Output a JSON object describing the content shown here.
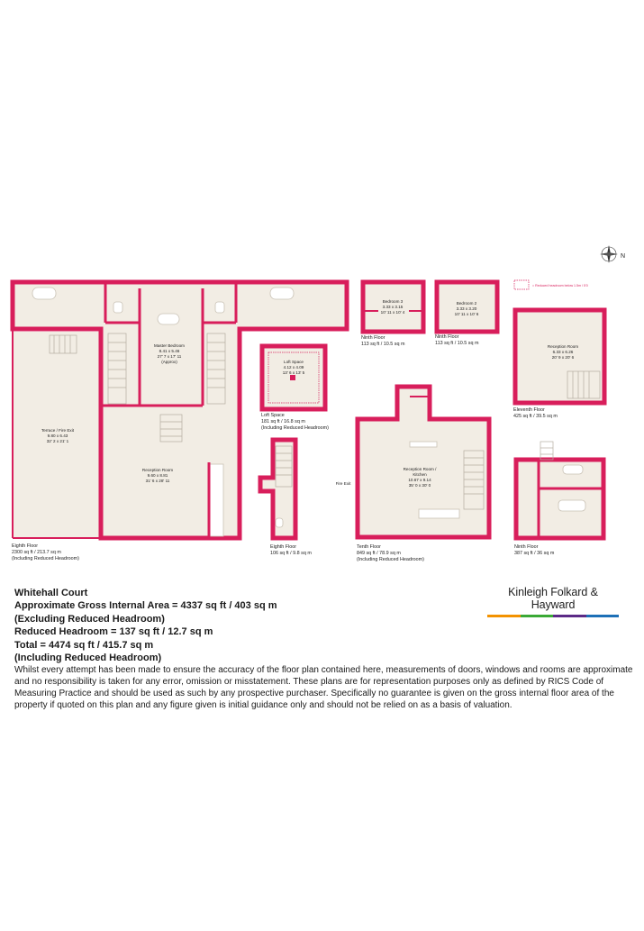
{
  "compass": {
    "label": "N"
  },
  "legend": {
    "text": "= Reduced headroom below 1.5m / 5'0"
  },
  "rooms": {
    "master_bedroom": [
      "Master Bedroom",
      "8.41 x 5.46",
      "27' 7 x 17' 11",
      "(Approx)"
    ],
    "terrace": [
      "Terrace / Fire Exit",
      "9.80 x 6.43",
      "32' 2 x 21' 1"
    ],
    "reception_8": [
      "Reception Room",
      "9.60 x 8.81",
      "31' 6 x 28' 11"
    ],
    "loft_space": [
      "Loft Space",
      "4.12 x 4.09",
      "13' 6 x 13' 5"
    ],
    "bedroom_3": [
      "Bedroom 3",
      "3.33 x 3.15",
      "10' 11 x 10' 4"
    ],
    "bedroom_2": [
      "Bedroom 2",
      "3.33 x 3.20",
      "10' 11 x 10' 6"
    ],
    "reception_11": [
      "Reception Room",
      "6.33 x 6.26",
      "20' 9 x 20' 6"
    ],
    "reception_kitchen": [
      "Reception Room /",
      "Kitchen",
      "10.67 x 9.14",
      "35' 0 x 30' 0"
    ],
    "fire_exit": "Fire Exit"
  },
  "floor_captions": {
    "eighth_main": [
      "Eighth Floor",
      "2300 sq ft / 213.7 sq m",
      "(Including Reduced Headroom)"
    ],
    "eighth_small": [
      "Eighth Floor",
      "106 sq ft / 9.8 sq m"
    ],
    "loft": [
      "Loft Space",
      "181 sq ft / 16.8 sq m",
      "(Including Reduced Headroom)"
    ],
    "ninth_a": [
      "Ninth Floor",
      "113 sq ft / 10.5 sq m"
    ],
    "ninth_b": [
      "Ninth Floor",
      "113 sq ft / 10.5 sq m"
    ],
    "eleventh": [
      "Eleventh Floor",
      "425 sq ft / 39.5 sq m"
    ],
    "tenth": [
      "Tenth Floor",
      "849 sq ft / 78.9 sq m",
      "(Including Reduced Headroom)"
    ],
    "ninth_c": [
      "Ninth Floor",
      "387 sq ft / 36 sq m"
    ]
  },
  "summary": {
    "title": "Whitehall Court",
    "gross": "Approximate Gross Internal Area = 4337 sq ft / 403 sq m",
    "excluding": "(Excluding Reduced Headroom)",
    "reduced": "Reduced Headroom = 137 sq ft / 12.7 sq m",
    "total": "Total = 4474 sq ft / 415.7 sq m",
    "including": "(Including Reduced Headroom)",
    "disclaimer": "Whilst every attempt has been made to ensure the accuracy of the floor plan contained here, measurements of doors, windows and rooms are approximate and no responsibility is taken for any error, omission or misstatement. These plans are for representation purposes only as defined by RICS Code of Measuring Practice and should be used as such by any prospective purchaser. Specifically no guarantee is given on the gross internal floor area of the property if quoted on this plan and any figure given is initial guidance only and should not be relied on as a basis of valuation."
  },
  "brand": {
    "name": "Kinleigh Folkard & Hayward",
    "colors": [
      "#f39200",
      "#3aa935",
      "#5b2a86",
      "#1d70b7"
    ]
  },
  "colors": {
    "wall": "#d81e5b",
    "floor": "#f2ede4"
  }
}
